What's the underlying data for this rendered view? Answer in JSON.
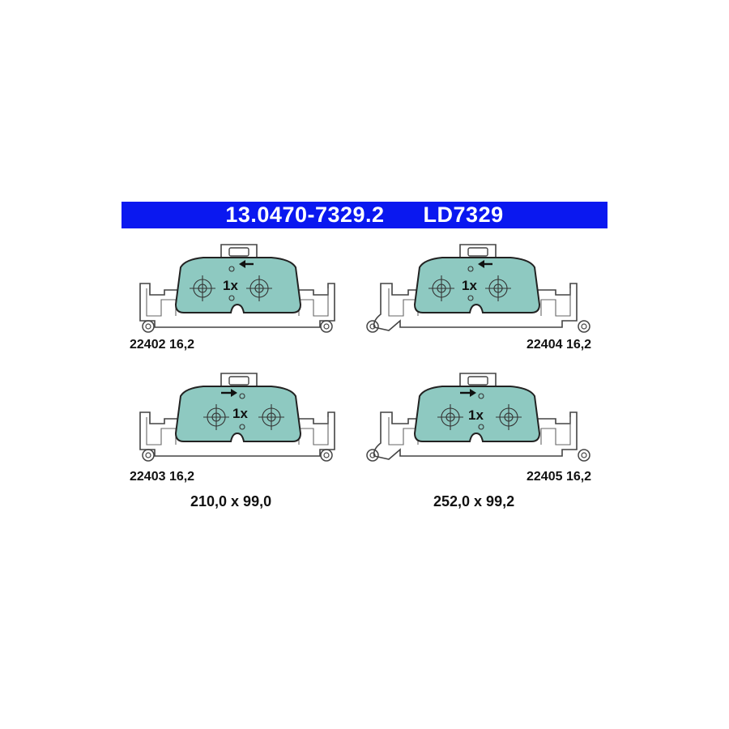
{
  "header": {
    "part_number": "13.0470-7329.2",
    "ld_code": "LD7329",
    "background_color": "#0a18f0"
  },
  "pad_color": "#8ec9c1",
  "pads": [
    {
      "code": "22402 16,2",
      "label": "1x",
      "arrow": "left"
    },
    {
      "code": "22404 16,2",
      "label": "1x",
      "arrow": "left"
    },
    {
      "code": "22403 16,2",
      "label": "1x",
      "arrow": "right"
    },
    {
      "code": "22405 16,2",
      "label": "1x",
      "arrow": "right"
    }
  ],
  "dimensions": [
    {
      "value": "210,0 x 99,0"
    },
    {
      "value": "252,0 x 99,2"
    }
  ]
}
